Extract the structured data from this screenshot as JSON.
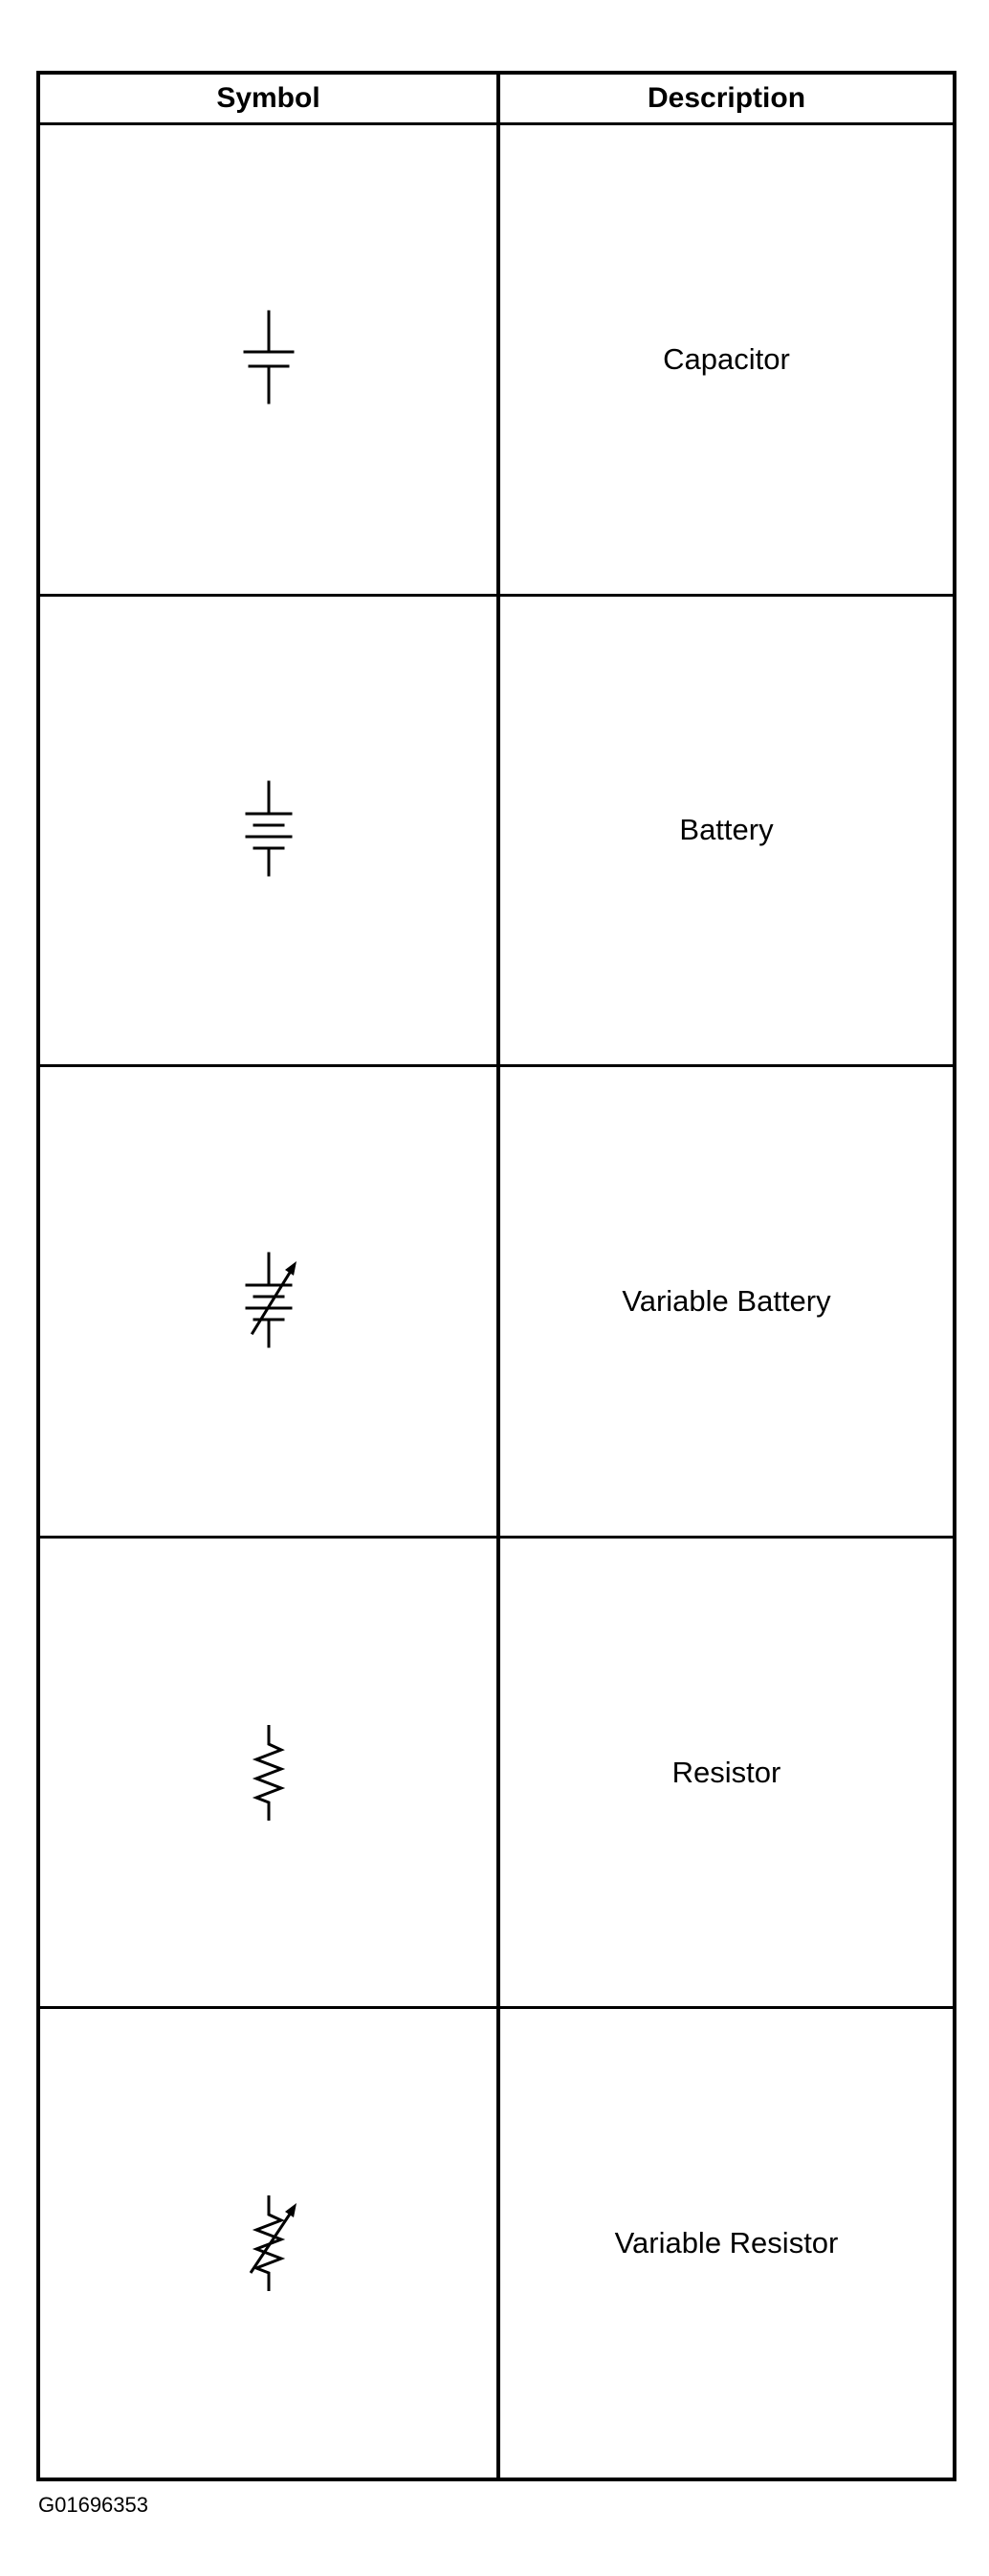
{
  "table": {
    "headers": {
      "symbol": "Symbol",
      "description": "Description"
    },
    "rows": [
      {
        "symbol_icon": "capacitor-icon",
        "description": "Capacitor"
      },
      {
        "symbol_icon": "battery-icon",
        "description": "Battery"
      },
      {
        "symbol_icon": "variable-battery-icon",
        "description": "Variable Battery"
      },
      {
        "symbol_icon": "resistor-icon",
        "description": "Resistor"
      },
      {
        "symbol_icon": "variable-resistor-icon",
        "description": "Variable Resistor"
      }
    ]
  },
  "figure_id": "G01696353"
}
